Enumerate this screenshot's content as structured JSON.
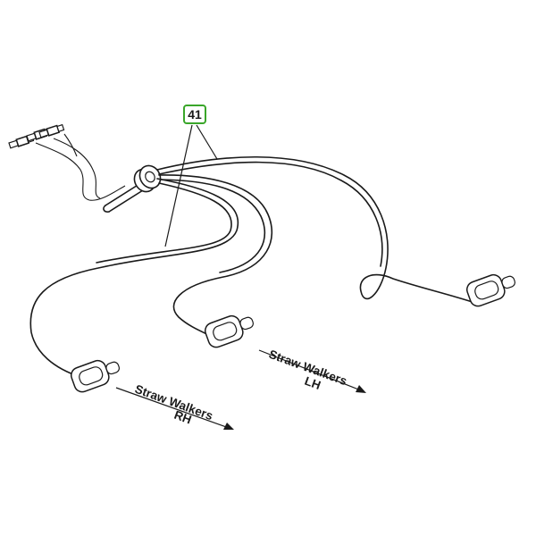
{
  "callout": {
    "number": "41"
  },
  "labels": {
    "lh": {
      "line1": "Straw Walkers",
      "line2": "LH"
    },
    "rh": {
      "line1": "Straw Walkers",
      "line2": "RH"
    }
  },
  "colors": {
    "callout_border": "#3aa62a",
    "line": "#1a1a1a"
  }
}
